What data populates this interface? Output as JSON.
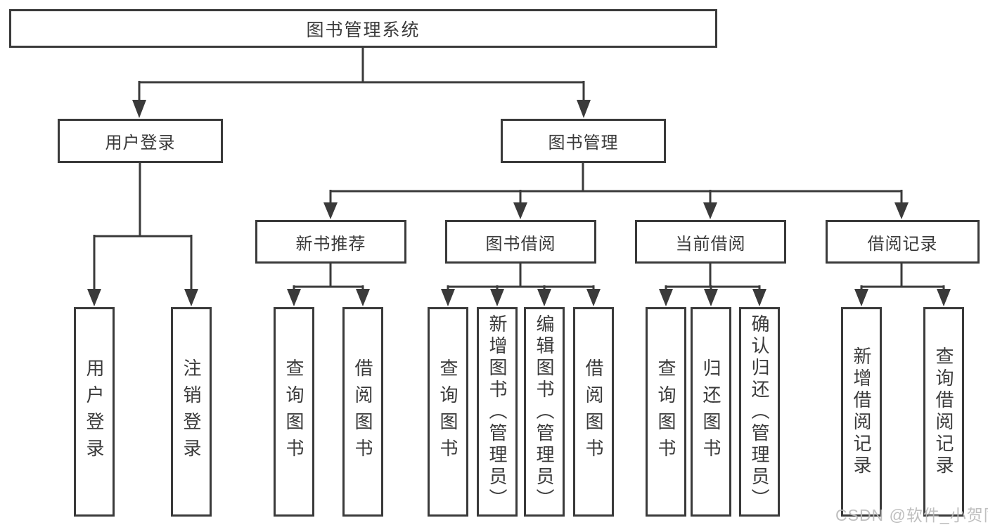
{
  "diagram": {
    "title": "图书管理系统",
    "level2": [
      {
        "label": "用户登录",
        "parent": "图书管理系统"
      },
      {
        "label": "图书管理",
        "parent": "图书管理系统"
      }
    ],
    "level3": [
      {
        "label": "新书推荐",
        "parent": "图书管理"
      },
      {
        "label": "图书借阅",
        "parent": "图书管理"
      },
      {
        "label": "当前借阅",
        "parent": "图书管理"
      },
      {
        "label": "借阅记录",
        "parent": "图书管理"
      }
    ],
    "level4": [
      {
        "label": "用户登录",
        "parent": "用户登录"
      },
      {
        "label": "注销登录",
        "parent": "用户登录"
      },
      {
        "label": "查询图书",
        "parent": "新书推荐"
      },
      {
        "label": "借阅图书",
        "parent": "新书推荐"
      },
      {
        "label": "查询图书",
        "parent": "图书借阅"
      },
      {
        "label": "新增图书（管理员）",
        "parent": "图书借阅"
      },
      {
        "label": "编辑图书（管理员）",
        "parent": "图书借阅"
      },
      {
        "label": "借阅图书",
        "parent": "图书借阅"
      },
      {
        "label": "查询图书",
        "parent": "当前借阅"
      },
      {
        "label": "归还图书",
        "parent": "当前借阅"
      },
      {
        "label": "确认归还（管理员）",
        "parent": "当前借阅"
      },
      {
        "label": "新增借阅记录",
        "parent": "借阅记录"
      },
      {
        "label": "查询借阅记录",
        "parent": "借阅记录"
      }
    ],
    "watermark": "CSDN @软件_小贺同学",
    "colors": {
      "line": "#3a3a3a",
      "text": "#3a3a3a",
      "background": "#ffffff",
      "watermark": "#b9b9b9"
    }
  }
}
